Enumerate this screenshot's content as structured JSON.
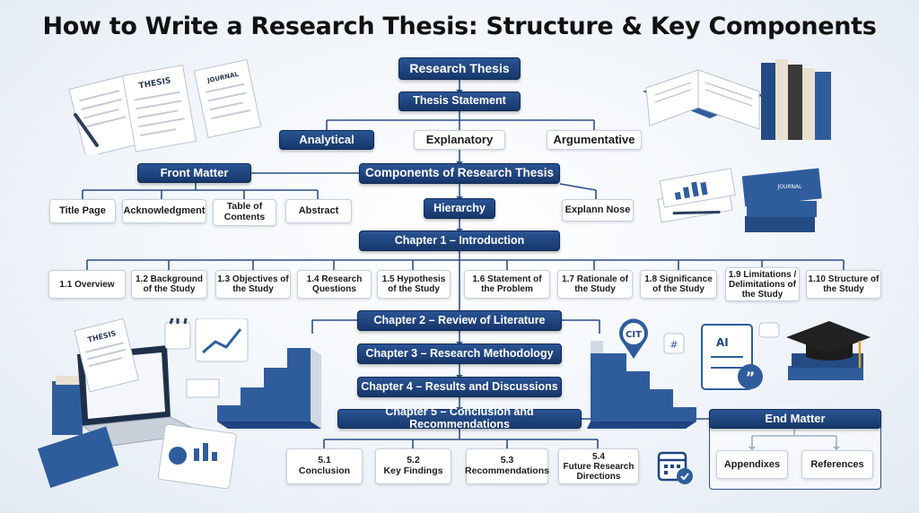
{
  "title": "How to Write a Research Thesis: Structure & Key Components",
  "root": "Research Thesis",
  "thesis_statement": "Thesis Statement",
  "types": [
    "Analytical",
    "Explanatory",
    "Argumentative"
  ],
  "front_matter": {
    "label": "Front Matter",
    "items": [
      "Title Page",
      "Acknowledgment",
      "Table of Contents",
      "Abstract"
    ]
  },
  "components": "Components of Research Thesis",
  "hierarchy": "Hierarchy",
  "side_note": "Explann Nose",
  "chapter1": {
    "label": "Chapter 1 – Introduction",
    "sections": [
      "1.1 Overview",
      "1.2 Background of the Study",
      "1.3 Objectives of the Study",
      "1.4 Research Questions",
      "1.5 Hypothesis of the Study",
      "1.6 Statement of the Problem",
      "1.7 Rationale of the Study",
      "1.8 Significance of the Study",
      "1.9 Limitations / Delimitations of the Study",
      "1.10 Structure of the Study"
    ]
  },
  "chapters": [
    "Chapter 2 – Review of Literature",
    "Chapter 3 – Research Methodology",
    "Chapter 4 – Results and Discussions",
    "Chapter 5 – Conclusion and Recommendations"
  ],
  "chapter5_sections": [
    {
      "num": "5.1",
      "text": "Conclusion"
    },
    {
      "num": "5.2",
      "text": "Key Findings"
    },
    {
      "num": "5.3",
      "text": "Recommendations"
    },
    {
      "num": "5.4",
      "text": "Future Research Directions"
    }
  ],
  "end_matter": {
    "label": "End Matter",
    "items": [
      "Appendixes",
      "References"
    ]
  },
  "decor": {
    "doc1": "THESIS",
    "doc2": "JOURNAL",
    "book": "JOURNAL",
    "laptop_doc": "THESIS",
    "cit": "CIT",
    "ai": "AI"
  },
  "colors": {
    "dark_blue": "#1f4580",
    "line": "#2b4f86",
    "book_blue": "#2f5d9c"
  }
}
